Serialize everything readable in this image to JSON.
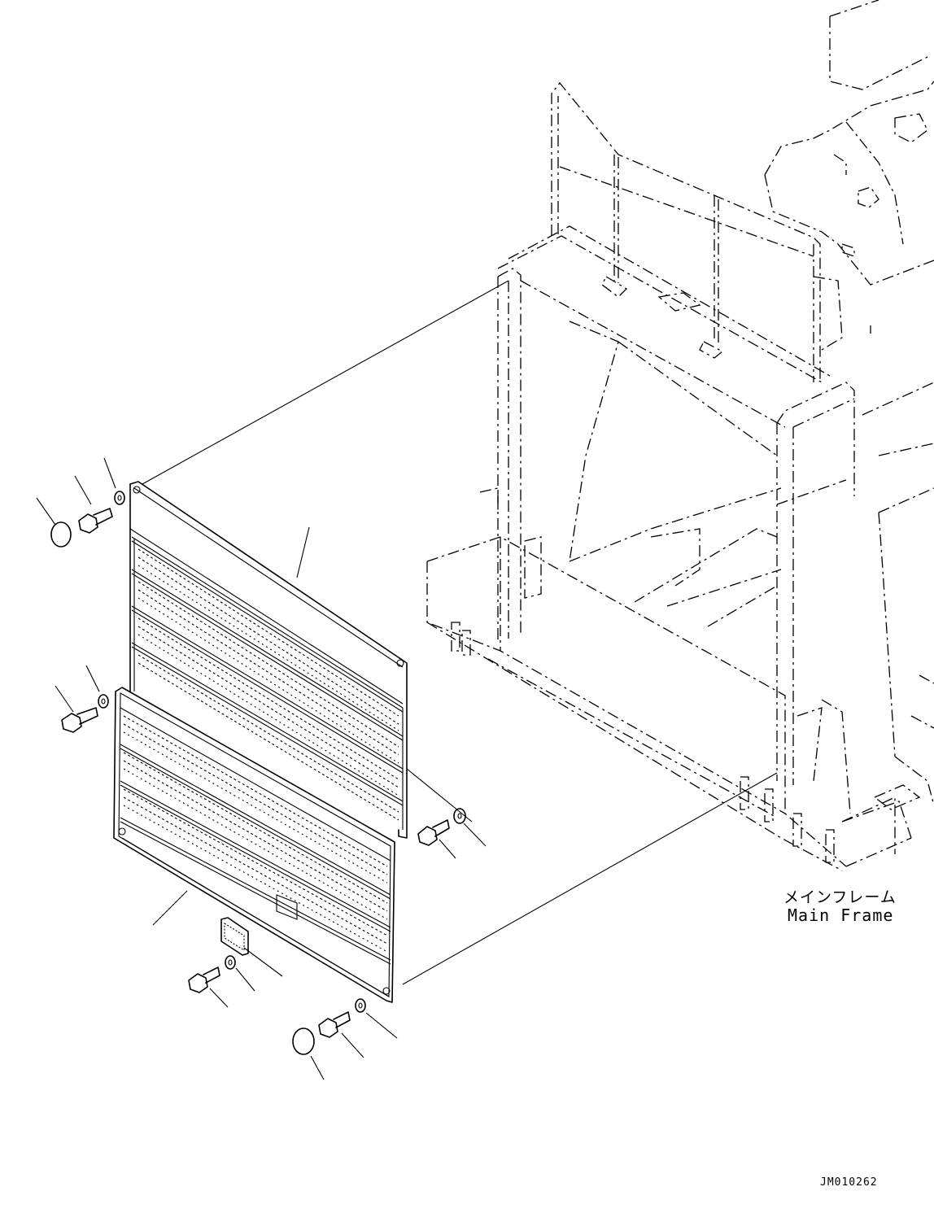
{
  "labels": {
    "main_frame_jp": "メインフレーム",
    "main_frame_en": "Main Frame",
    "drawing_id": "JM010262"
  },
  "colors": {
    "line": "#000000",
    "background": "#ffffff"
  }
}
